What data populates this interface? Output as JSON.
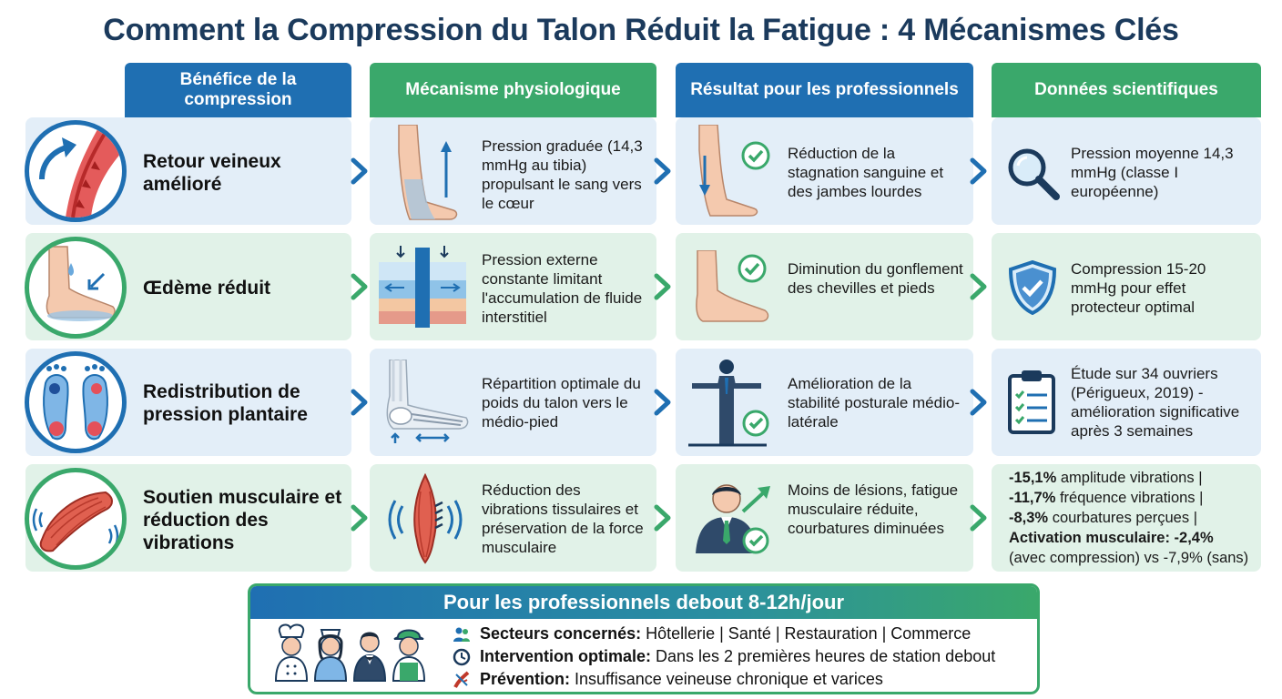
{
  "title": "Comment la Compression du Talon Réduit la Fatigue : 4 Mécanismes Clés",
  "columns": [
    "Bénéfice de la compression",
    "Mécanisme physiologique",
    "Résultat pour les professionnels",
    "Données scientifiques"
  ],
  "rows": [
    {
      "benefit": "Retour veineux amélioré",
      "mechanism": "Pression graduée (14,3 mmHg au tibia) propulsant le sang vers le cœur",
      "result": "Réduction de la stagnation sanguine et des jambes lourdes",
      "data": "Pression moyenne 14,3 mmHg (classe I européenne)"
    },
    {
      "benefit": "Œdème réduit",
      "mechanism": "Pression externe constante limitant l'accumulation de fluide interstitiel",
      "result": "Diminution du gonflement des chevilles et pieds",
      "data": "Compression 15-20 mmHg pour effet protecteur optimal"
    },
    {
      "benefit": "Redistribution de pression plantaire",
      "mechanism": "Répartition optimale du poids du talon vers le médio-pied",
      "result": "Amélioration de la stabilité posturale médio-latérale",
      "data": "Étude sur 34 ouvriers (Périgueux, 2019) - amélioration significative après 3 semaines"
    },
    {
      "benefit": "Soutien musculaire et réduction des vibrations",
      "mechanism": "Réduction des vibrations tissulaires et préservation de la force musculaire",
      "result": "Moins de lésions, fatigue musculaire réduite, courbatures diminuées",
      "data_lines": [
        {
          "bold": "-15,1%",
          "text": " amplitude vibrations |"
        },
        {
          "bold": "-11,7%",
          "text": " fréquence vibrations |"
        },
        {
          "bold": "-8,3%",
          "text": " courbatures perçues |"
        },
        {
          "bold": "Activation musculaire: -2,4%",
          "text": ""
        },
        {
          "bold": "",
          "text": "(avec compression) vs -7,9% (sans)"
        }
      ]
    }
  ],
  "bottom": {
    "title": "Pour les professionnels debout 8-12h/jour",
    "lines": [
      {
        "icon": "people-icon",
        "label": "Secteurs concernés:",
        "text": " Hôtellerie | Santé | Restauration | Commerce"
      },
      {
        "icon": "clock-icon",
        "label": "Intervention optimale:",
        "text": " Dans les 2 premières heures de station debout"
      },
      {
        "icon": "vein-icon",
        "label": "Prévention:",
        "text": " Insuffisance veineuse chronique et varices"
      }
    ]
  },
  "colors": {
    "blue": "#1f6fb2",
    "green": "#3aa86b",
    "blue_bg": "#e3eef8",
    "green_bg": "#e1f2e8",
    "title": "#1b3a5c"
  }
}
